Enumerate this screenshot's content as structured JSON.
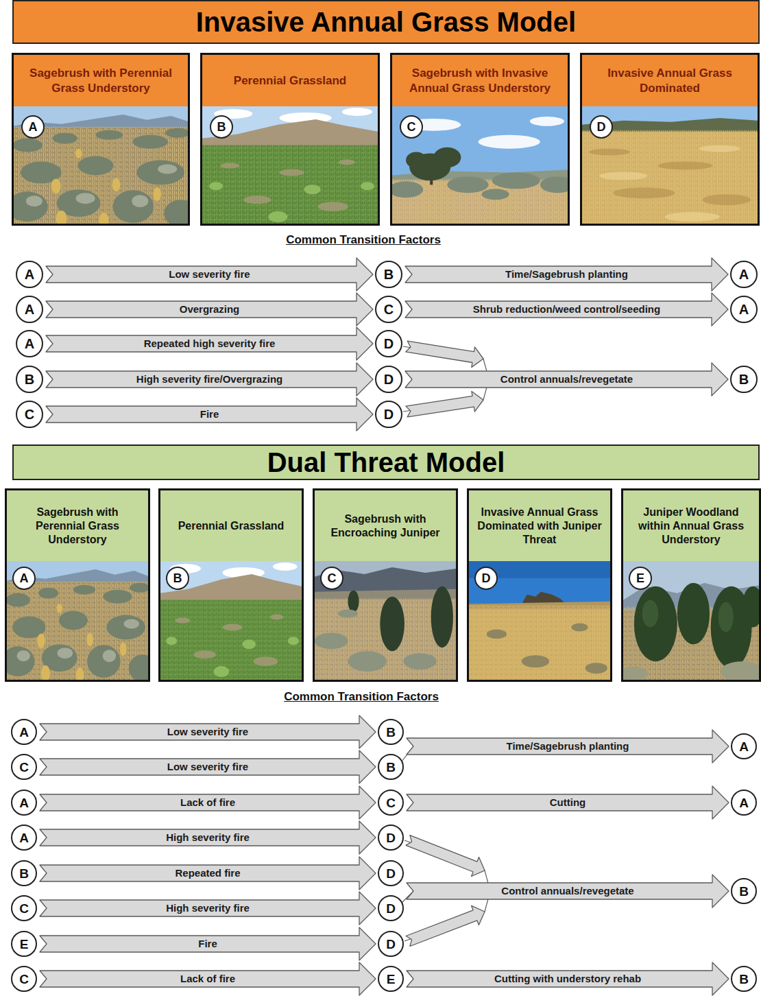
{
  "diagram": {
    "nodes": [
      {
        "text": [
          "Invasive Annual Grass Model"
        ]
      },
      {
        "text": [
          "Sagebrush with Perennial Grass Understory"
        ]
      },
      {
        "text": [
          "A"
        ],
        "in": 1
      },
      {
        "text": [
          "Perennial Grassland"
        ]
      },
      {
        "text": [
          "B"
        ],
        "in": 3
      },
      {
        "text": [
          "Sagebrush with Invasive Annual Grass Understory"
        ]
      },
      {
        "text": [
          "C"
        ],
        "in": 5
      },
      {
        "text": [
          "Invasive Annual Grass Dominated"
        ]
      },
      {
        "text": [
          "D"
        ],
        "in": 7
      },
      {
        "text": [
          "A"
        ]
      },
      {
        "text": [
          "B"
        ]
      },
      {
        "text": [
          "A"
        ]
      },
      {
        "text": [
          "A"
        ]
      },
      {
        "text": [
          "C"
        ]
      },
      {
        "text": [
          "A"
        ]
      },
      {
        "text": [
          "A"
        ]
      },
      {
        "text": [
          "D"
        ]
      },
      {
        "text": [
          "B"
        ]
      },
      {
        "text": [
          "D"
        ]
      },
      {
        "text": [
          "B"
        ]
      },
      {
        "text": [
          "C"
        ]
      },
      {
        "text": [
          "D"
        ]
      },
      {
        "text": [
          "Dual Threat Model"
        ]
      },
      {
        "text": [
          "Sagebrush with Perennial Grass Understory"
        ]
      },
      {
        "text": [
          "A"
        ],
        "in": 23
      },
      {
        "text": [
          "Perennial Grassland"
        ]
      },
      {
        "text": [
          "B"
        ],
        "in": 25
      },
      {
        "text": [
          "Sagebrush with Encroaching Juniper"
        ]
      },
      {
        "text": [
          "C"
        ],
        "in": 27
      },
      {
        "text": [
          "Invasive Annual Grass Dominated with Juniper Threat"
        ]
      },
      {
        "text": [
          "D"
        ],
        "in": 29
      },
      {
        "text": [
          "Juniper Woodland within Annual Grass Understory"
        ]
      },
      {
        "text": [
          "E"
        ],
        "in": 31
      },
      {
        "text": [
          "A"
        ]
      },
      {
        "text": [
          "B"
        ]
      },
      {
        "text": [
          "A"
        ]
      },
      {
        "text": [
          "C"
        ]
      },
      {
        "text": [
          "B"
        ]
      },
      {
        "text": [
          "A"
        ]
      },
      {
        "text": [
          "C"
        ]
      },
      {
        "text": [
          "A"
        ]
      },
      {
        "text": [
          "A"
        ]
      },
      {
        "text": [
          "D"
        ]
      },
      {
        "text": [
          "B"
        ]
      },
      {
        "text": [
          "D"
        ]
      },
      {
        "text": [
          "B"
        ]
      },
      {
        "text": [
          "C"
        ]
      },
      {
        "text": [
          "D"
        ]
      },
      {
        "text": [
          "E"
        ]
      },
      {
        "text": [
          "D"
        ]
      },
      {
        "text": [
          "C"
        ]
      },
      {
        "text": [
          "E"
        ]
      },
      {
        "text": [
          "B"
        ]
      }
    ],
    "edges": [
      {
        "from": 9,
        "to": 10,
        "label": "Low severity fire",
        "arrow": "to"
      },
      {
        "from": 10,
        "to": 11,
        "label": "Time/Sagebrush planting",
        "arrow": "to"
      },
      {
        "from": 12,
        "to": 13,
        "label": "Overgrazing",
        "arrow": "to"
      },
      {
        "from": 13,
        "to": 14,
        "label": "Shrub reduction/weed control/seeding",
        "arrow": "to"
      },
      {
        "from": 15,
        "to": 16,
        "label": "Repeated high severity fire",
        "arrow": "to"
      },
      {
        "from": 16,
        "to": 19,
        "arrow": "to"
      },
      {
        "from": 17,
        "to": 18,
        "label": "High severity fire/Overgrazing",
        "arrow": "to"
      },
      {
        "from": 18,
        "to": 19,
        "label": "Control annuals/revegetate",
        "arrow": "to"
      },
      {
        "from": 20,
        "to": 21,
        "label": "Fire",
        "arrow": "to"
      },
      {
        "from": 21,
        "to": 19,
        "arrow": "to"
      },
      {
        "from": 33,
        "to": 34,
        "label": "Low severity fire",
        "arrow": "to"
      },
      {
        "from": 34,
        "to": 35,
        "label": "Time/Sagebrush planting",
        "arrow": "to"
      },
      {
        "from": 36,
        "to": 37,
        "label": "Low severity fire",
        "arrow": "to"
      },
      {
        "from": 37,
        "to": 35,
        "arrow": "to"
      },
      {
        "from": 38,
        "to": 39,
        "label": "Lack of fire",
        "arrow": "to"
      },
      {
        "from": 39,
        "to": 40,
        "label": "Cutting",
        "arrow": "to"
      },
      {
        "from": 41,
        "to": 42,
        "label": "High severity fire",
        "arrow": "to"
      },
      {
        "from": 42,
        "to": 45,
        "arrow": "to"
      },
      {
        "from": 43,
        "to": 44,
        "label": "Repeated fire",
        "arrow": "to"
      },
      {
        "from": 44,
        "to": 45,
        "label": "Control annuals/revegetate",
        "arrow": "to"
      },
      {
        "from": 46,
        "to": 47,
        "label": "High severity fire",
        "arrow": "to"
      },
      {
        "from": 47,
        "to": 45,
        "arrow": "to"
      },
      {
        "from": 48,
        "to": 49,
        "label": "Fire",
        "arrow": "to"
      },
      {
        "from": 49,
        "to": 45,
        "arrow": "to"
      },
      {
        "from": 50,
        "to": 51,
        "label": "Lack of fire",
        "arrow": "to"
      },
      {
        "from": 51,
        "to": 52,
        "label": "Cutting with understory rehab",
        "arrow": "to"
      }
    ],
    "labels": [
      "Common Transition Factors",
      "Common Transition Factors"
    ]
  }
}
